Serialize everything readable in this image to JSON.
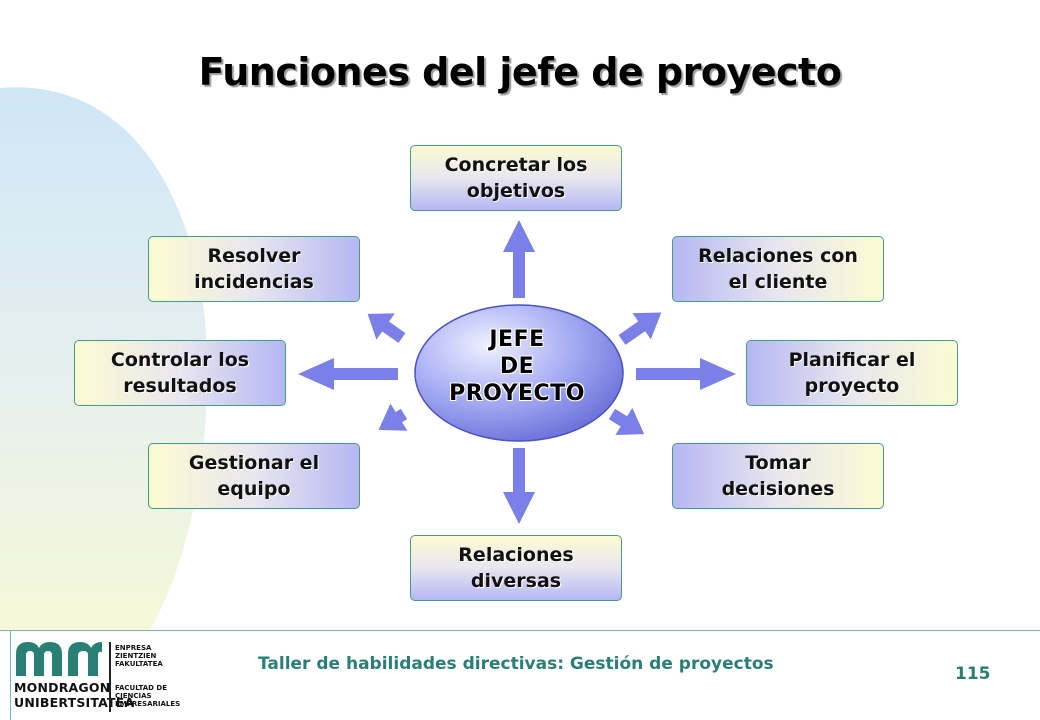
{
  "title": "Funciones del jefe de proyecto",
  "center": {
    "lines": [
      "JEFE",
      "DE",
      "PROYECTO"
    ]
  },
  "nodes": {
    "top": {
      "lines": [
        "Concretar los",
        "objetivos"
      ]
    },
    "top_right": {
      "lines": [
        "Relaciones con",
        "el cliente"
      ]
    },
    "right": {
      "lines": [
        "Planificar el",
        "proyecto"
      ]
    },
    "bottom_right": {
      "lines": [
        "Tomar",
        "decisiones"
      ]
    },
    "bottom": {
      "lines": [
        "Relaciones",
        "diversas"
      ]
    },
    "bottom_left": {
      "lines": [
        "Gestionar el",
        "equipo"
      ]
    },
    "left": {
      "lines": [
        "Controlar los",
        "resultados"
      ]
    },
    "top_left": {
      "lines": [
        "Resolver",
        "incidencias"
      ]
    }
  },
  "footer": {
    "text": "Taller de habilidades directivas: Gestión de proyectos",
    "page_number": "115"
  },
  "logo": {
    "name_lines": [
      "MONDRAGON",
      "UNIBERTSITATEA"
    ],
    "side_top": [
      "ENPRESA",
      "ZIENTZIEN",
      "FAKULTATEA"
    ],
    "side_bottom": [
      "FACULTAD DE",
      "CIENCIAS",
      "EMPRESARIALES"
    ]
  },
  "colors": {
    "arrow": "#7b7fe8",
    "ellipse_light": "#d4d9ff",
    "ellipse_dark": "#6066d8",
    "box_border": "#4a9a8a",
    "footer_text": "#2a7f74",
    "background_curve": "#cce8f8"
  }
}
